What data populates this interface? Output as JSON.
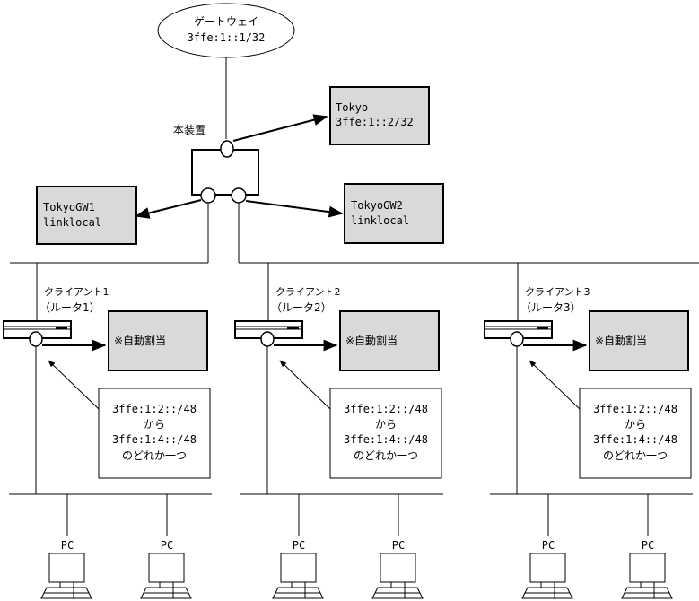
{
  "colors": {
    "line": "#000000",
    "box_fill": "#d9d9d9",
    "background": "#ffffff"
  },
  "gateway": {
    "name": "ゲートウェイ",
    "address": "3ffe:1::1/32"
  },
  "device": {
    "label": "本装置"
  },
  "tokyo": {
    "name": "Tokyo",
    "address": "3ffe:1::2/32"
  },
  "tokyo_gw1": {
    "name": "TokyoGW1",
    "address": "linklocal"
  },
  "tokyo_gw2": {
    "name": "TokyoGW2",
    "address": "linklocal"
  },
  "clients": [
    {
      "name": "クライアント1",
      "router": "（ルータ1）",
      "auto_assign": "※自動割当",
      "prefix_from": "3ffe:1:2::/48",
      "from_word": "から",
      "prefix_to": "3ffe:1:4::/48",
      "pick_one": "のどれか一つ",
      "pcs": [
        "PC",
        "PC"
      ]
    },
    {
      "name": "クライアント2",
      "router": "（ルータ2）",
      "auto_assign": "※自動割当",
      "prefix_from": "3ffe:1:2::/48",
      "from_word": "から",
      "prefix_to": "3ffe:1:4::/48",
      "pick_one": "のどれか一つ",
      "pcs": [
        "PC",
        "PC"
      ]
    },
    {
      "name": "クライアント3",
      "router": "（ルータ3）",
      "auto_assign": "※自動割当",
      "prefix_from": "3ffe:1:2::/48",
      "from_word": "から",
      "prefix_to": "3ffe:1:4::/48",
      "pick_one": "のどれか一つ",
      "pcs": [
        "PC",
        "PC"
      ]
    }
  ]
}
